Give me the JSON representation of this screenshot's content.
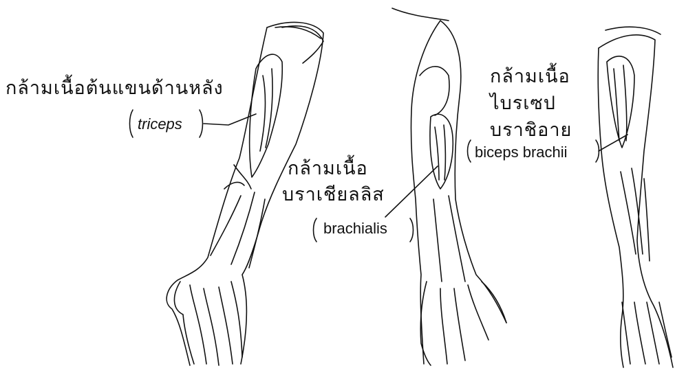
{
  "labels": {
    "triceps_th": "กล้ามเนื้อต้นแขนด้านหลัง",
    "triceps_en": "triceps",
    "brachialis_th_1": "กล้ามเนื้อ",
    "brachialis_th_2": "บราเชียลลิส",
    "brachialis_en": "brachialis",
    "biceps_th_1": "กล้ามเนื้อ",
    "biceps_th_2": "ไบรเซป",
    "biceps_th_3": "บราชิอาย",
    "biceps_en": "biceps brachii"
  },
  "colors": {
    "ink": "#111111",
    "background": "#ffffff"
  }
}
